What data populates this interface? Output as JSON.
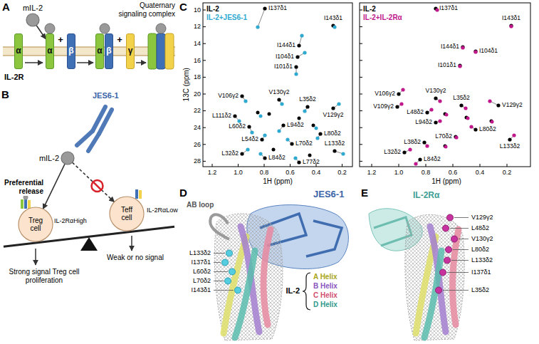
{
  "diagram": {
    "nodes": [
      {
        "text": [
          "mIL-2"
        ]
      },
      {
        "text": [
          "α"
        ]
      },
      {
        "text": [
          "α"
        ]
      },
      {
        "text": [
          "β"
        ]
      },
      {
        "text": [
          "α"
        ]
      },
      {
        "text": [
          "β"
        ]
      },
      {
        "text": [
          "γ"
        ]
      },
      {
        "text": [
          "mIL-2"
        ]
      },
      {
        "text": [
          "Treg cell"
        ]
      },
      {
        "text": [
          "Teff cell"
        ]
      }
    ],
    "edges": [
      {
        "from": 0,
        "to": 2,
        "arrow": "to"
      },
      {
        "from": 7,
        "to": 8,
        "label": "Preferential release",
        "arrow": "to"
      },
      {
        "from": 7,
        "to": 9,
        "arrow": "to"
      }
    ],
    "labels": [
      "A",
      "+",
      "+",
      "Quaternary signaling complex",
      "IL-2R",
      "B",
      "JES6-1",
      "IL-2RαHigh",
      "IL-2RαLow",
      "Strong signal Treg cell proliferation",
      "Weak or no signal",
      "C",
      "IL-2",
      "IL-2+JES6-1",
      "I137δ1",
      "I143δ1",
      "I144δ1",
      "I104δ1",
      "I101δ1",
      "V106γ2",
      "V130γ2",
      "L35δ2",
      "V129γ2",
      "L111δ2",
      "L60δ2",
      "L94δ2",
      "L80δ2",
      "L54δ2",
      "L70δ2",
      "L133δ2",
      "L32δ2",
      "L84δ2",
      "L77δ2",
      "IL-2",
      "IL-2+IL-2Rα",
      "I137δ1",
      "I143δ1",
      "I144δ1",
      "I104δ1",
      "I101δ1",
      "V106γ2",
      "V109γ2",
      "V130γ2",
      "L35δ2",
      "V129γ2",
      "L48δ2",
      "L94δ2",
      "L80δ2",
      "L70δ2",
      "L38δ2",
      "L133δ2",
      "L32δ2",
      "L84δ2",
      "10",
      "12",
      "14",
      "16",
      "18",
      "20",
      "22",
      "24",
      "26",
      "28",
      "1.2",
      "1.0",
      "0.8",
      "0.6",
      "0.4",
      "0.2",
      "1.2",
      "1.0",
      "0.8",
      "0.6",
      "0.4",
      "0.2",
      "13C (ppm)",
      "1H (ppm)",
      "1H (ppm)",
      "D",
      "JES6-1",
      "AB loop",
      "L133δ2",
      "I137δ1",
      "L60δ2",
      "L70δ2",
      "I143δ1",
      "A Helix",
      "B Helix",
      "C Helix",
      "D Helix",
      "IL-2",
      "E",
      "IL-2Rα",
      "V129γ2",
      "L48δ2",
      "V130γ2",
      "L80δ2",
      "L133δ2",
      "I137δ1",
      "L35δ2"
    ]
  }
}
